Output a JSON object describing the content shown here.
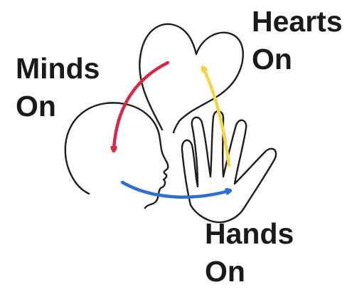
{
  "labels": {
    "minds": {
      "line1": "Minds",
      "line2": "On"
    },
    "hearts": {
      "line1": "Hearts",
      "line2": "On"
    },
    "hands": {
      "line1": "Hands",
      "line2": "On"
    }
  },
  "colors": {
    "outline": "#1e1e1e",
    "minds_arrow": "#d42a4a",
    "hearts_arrow": "#f2d64a",
    "hands_arrow": "#2f6fd0",
    "text": "#1a1a1a"
  },
  "illustration": {
    "shapes": [
      "heart-outline",
      "head-profile",
      "open-hand"
    ],
    "arrows": [
      {
        "name": "heart-to-head-arrow",
        "from": "heart",
        "to": "head",
        "color": "red"
      },
      {
        "name": "head-to-hand-arrow",
        "from": "head",
        "to": "hand",
        "color": "blue"
      },
      {
        "name": "hand-to-heart-arrow",
        "from": "hand",
        "to": "heart",
        "color": "yellow"
      }
    ]
  }
}
